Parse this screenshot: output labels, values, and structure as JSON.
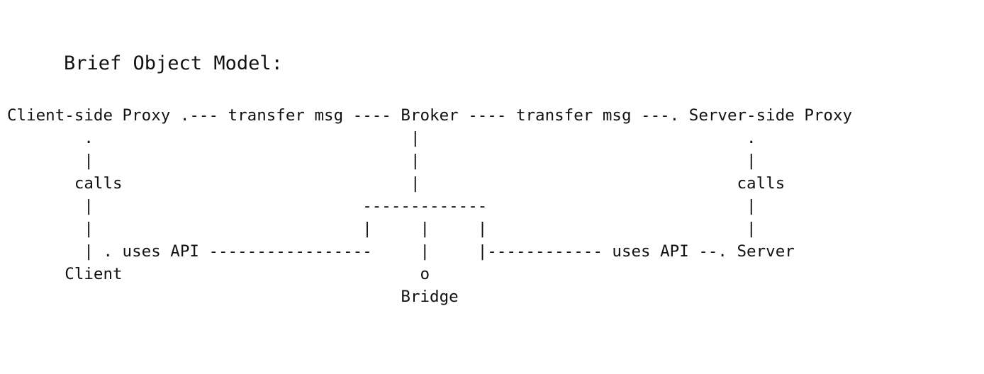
{
  "title": "Brief Object Model:",
  "diagram_lines": [
    "Client-side Proxy .--- transfer msg ---- Broker ---- transfer msg ---. Server-side Proxy",
    "        .                                 |                                  .",
    "        |                                 |                                  |",
    "       calls                              |                                 calls",
    "        |                            -------------                           |",
    "        |                            |     |     |                           |",
    "        | . uses API -----------------     |     |------------ uses API --. Server",
    "      Client                               o",
    "                                         Bridge"
  ]
}
